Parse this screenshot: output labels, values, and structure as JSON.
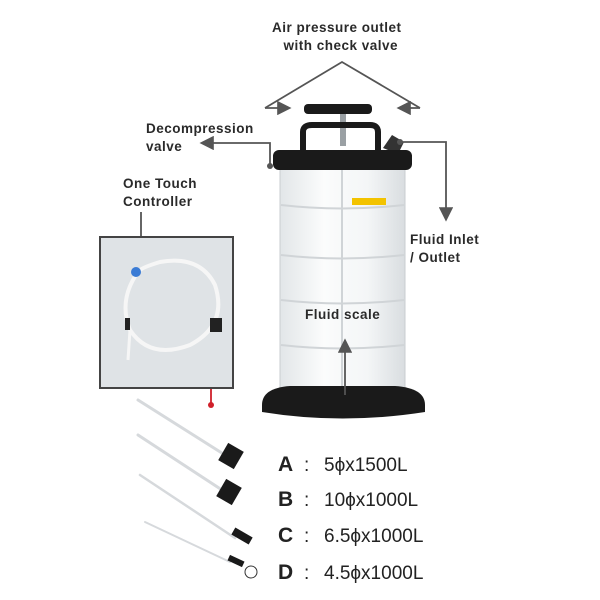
{
  "labels": {
    "air_outlet_line1": "Air pressure outlet",
    "air_outlet_line2": "with check valve",
    "decompression_line1": "Decompression",
    "decompression_line2": "valve",
    "controller_line1": "One Touch",
    "controller_line2": "Controller",
    "fluid_inlet_line1": "Fluid Inlet",
    "fluid_inlet_line2": "/ Outlet",
    "fluid_scale": "Fluid scale"
  },
  "specs": [
    {
      "letter": "A",
      "sep": ":",
      "value": "5ϕx1500L"
    },
    {
      "letter": "B",
      "sep": ":",
      "value": "10ϕx1000L"
    },
    {
      "letter": "C",
      "sep": ":",
      "value": "6.5ϕx1000L"
    },
    {
      "letter": "D",
      "sep": ":",
      "value": "4.5ϕx1000L"
    }
  ],
  "colors": {
    "pointer": "#555555",
    "red_pointer": "#d0202a",
    "body": "#f3f5f6",
    "plastic_black": "#1a1a1a"
  }
}
